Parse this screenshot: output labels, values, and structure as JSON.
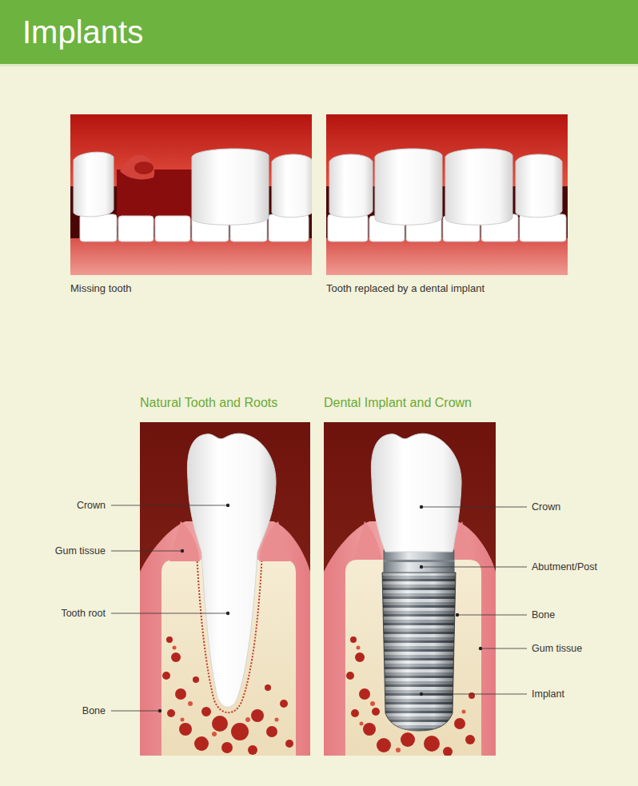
{
  "diagram": {
    "title": "Implants",
    "nodes": [
      {
        "text": [
          "Missing tooth"
        ]
      },
      {
        "text": [
          "Tooth replaced by a dental implant"
        ]
      },
      {
        "text": [
          "Natural Tooth and Roots"
        ]
      },
      {
        "text": [
          "Dental Implant and Crown"
        ]
      }
    ],
    "labels": [
      "Crown",
      "Gum tissue",
      "Tooth root",
      "Bone",
      "Crown",
      "Abutment/Post",
      "Bone",
      "Gum tissue",
      "Implant"
    ]
  }
}
